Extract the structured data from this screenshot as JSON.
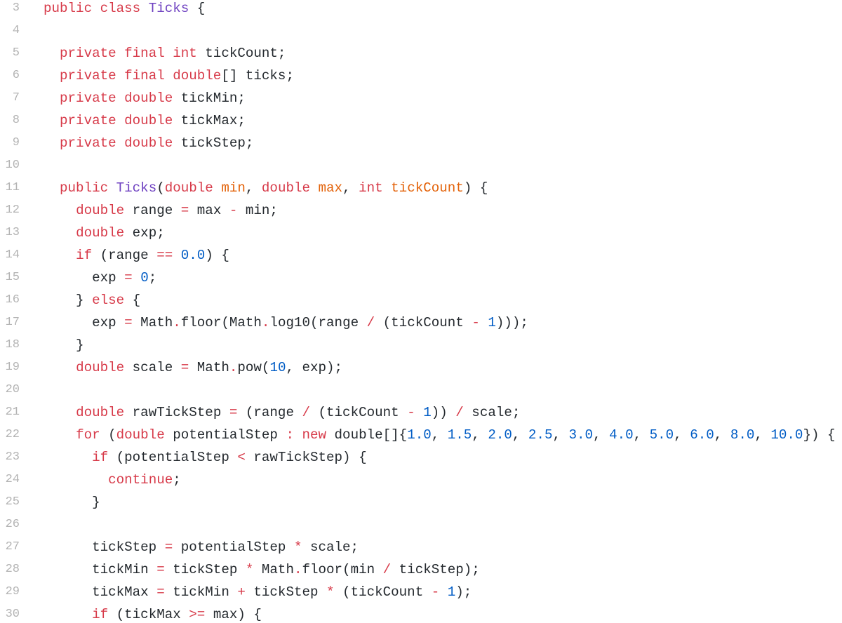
{
  "editor": {
    "theme_colors": {
      "keyword": "#d73a49",
      "class_name": "#6f42c1",
      "number": "#005cc5",
      "parameter": "#e36209",
      "text": "#24292e",
      "line_number": "#b3b3b3",
      "background": "#ffffff"
    },
    "lines": [
      {
        "n": "3",
        "tokens": [
          [
            "public class ",
            "kw"
          ],
          [
            "Ticks",
            "cls"
          ],
          [
            " {",
            "plain"
          ]
        ]
      },
      {
        "n": "4",
        "tokens": []
      },
      {
        "n": "5",
        "tokens": [
          [
            "  ",
            "plain"
          ],
          [
            "private final int",
            "kw"
          ],
          [
            " tickCount;",
            "plain"
          ]
        ]
      },
      {
        "n": "6",
        "tokens": [
          [
            "  ",
            "plain"
          ],
          [
            "private final double",
            "kw"
          ],
          [
            "[] ticks;",
            "plain"
          ]
        ]
      },
      {
        "n": "7",
        "tokens": [
          [
            "  ",
            "plain"
          ],
          [
            "private double",
            "kw"
          ],
          [
            " tickMin;",
            "plain"
          ]
        ]
      },
      {
        "n": "8",
        "tokens": [
          [
            "  ",
            "plain"
          ],
          [
            "private double",
            "kw"
          ],
          [
            " tickMax;",
            "plain"
          ]
        ]
      },
      {
        "n": "9",
        "tokens": [
          [
            "  ",
            "plain"
          ],
          [
            "private double",
            "kw"
          ],
          [
            " tickStep;",
            "plain"
          ]
        ]
      },
      {
        "n": "10",
        "tokens": []
      },
      {
        "n": "11",
        "tokens": [
          [
            "  ",
            "plain"
          ],
          [
            "public ",
            "kw"
          ],
          [
            "Ticks",
            "cls"
          ],
          [
            "(",
            "plain"
          ],
          [
            "double ",
            "kw"
          ],
          [
            "min",
            "param"
          ],
          [
            ", ",
            "plain"
          ],
          [
            "double ",
            "kw"
          ],
          [
            "max",
            "param"
          ],
          [
            ", ",
            "plain"
          ],
          [
            "int ",
            "kw"
          ],
          [
            "tickCount",
            "param"
          ],
          [
            ") {",
            "plain"
          ]
        ]
      },
      {
        "n": "12",
        "tokens": [
          [
            "    ",
            "plain"
          ],
          [
            "double",
            "kw"
          ],
          [
            " range ",
            "plain"
          ],
          [
            "=",
            "op"
          ],
          [
            " max ",
            "plain"
          ],
          [
            "-",
            "op"
          ],
          [
            " min;",
            "plain"
          ]
        ]
      },
      {
        "n": "13",
        "tokens": [
          [
            "    ",
            "plain"
          ],
          [
            "double",
            "kw"
          ],
          [
            " exp;",
            "plain"
          ]
        ]
      },
      {
        "n": "14",
        "tokens": [
          [
            "    ",
            "plain"
          ],
          [
            "if",
            "kw"
          ],
          [
            " (range ",
            "plain"
          ],
          [
            "==",
            "op"
          ],
          [
            " ",
            "plain"
          ],
          [
            "0.0",
            "num"
          ],
          [
            ") {",
            "plain"
          ]
        ]
      },
      {
        "n": "15",
        "tokens": [
          [
            "      exp ",
            "plain"
          ],
          [
            "=",
            "op"
          ],
          [
            " ",
            "plain"
          ],
          [
            "0",
            "num"
          ],
          [
            ";",
            "plain"
          ]
        ]
      },
      {
        "n": "16",
        "tokens": [
          [
            "    } ",
            "plain"
          ],
          [
            "else",
            "kw"
          ],
          [
            " {",
            "plain"
          ]
        ]
      },
      {
        "n": "17",
        "tokens": [
          [
            "      exp ",
            "plain"
          ],
          [
            "=",
            "op"
          ],
          [
            " Math",
            "plain"
          ],
          [
            ".",
            "op"
          ],
          [
            "floor(Math",
            "plain"
          ],
          [
            ".",
            "op"
          ],
          [
            "log10(range ",
            "plain"
          ],
          [
            "/",
            "op"
          ],
          [
            " (tickCount ",
            "plain"
          ],
          [
            "-",
            "op"
          ],
          [
            " ",
            "plain"
          ],
          [
            "1",
            "num"
          ],
          [
            ")));",
            "plain"
          ]
        ]
      },
      {
        "n": "18",
        "tokens": [
          [
            "    }",
            "plain"
          ]
        ]
      },
      {
        "n": "19",
        "tokens": [
          [
            "    ",
            "plain"
          ],
          [
            "double",
            "kw"
          ],
          [
            " scale ",
            "plain"
          ],
          [
            "=",
            "op"
          ],
          [
            " Math",
            "plain"
          ],
          [
            ".",
            "op"
          ],
          [
            "pow(",
            "plain"
          ],
          [
            "10",
            "num"
          ],
          [
            ", exp);",
            "plain"
          ]
        ]
      },
      {
        "n": "20",
        "tokens": []
      },
      {
        "n": "21",
        "tokens": [
          [
            "    ",
            "plain"
          ],
          [
            "double",
            "kw"
          ],
          [
            " rawTickStep ",
            "plain"
          ],
          [
            "=",
            "op"
          ],
          [
            " (range ",
            "plain"
          ],
          [
            "/",
            "op"
          ],
          [
            " (tickCount ",
            "plain"
          ],
          [
            "-",
            "op"
          ],
          [
            " ",
            "plain"
          ],
          [
            "1",
            "num"
          ],
          [
            ")) ",
            "plain"
          ],
          [
            "/",
            "op"
          ],
          [
            " scale;",
            "plain"
          ]
        ]
      },
      {
        "n": "22",
        "tokens": [
          [
            "    ",
            "plain"
          ],
          [
            "for",
            "kw"
          ],
          [
            " (",
            "plain"
          ],
          [
            "double",
            "kw"
          ],
          [
            " potentialStep ",
            "plain"
          ],
          [
            ":",
            "op"
          ],
          [
            " ",
            "plain"
          ],
          [
            "new",
            "kw"
          ],
          [
            " double[]{",
            "plain"
          ],
          [
            "1.0",
            "num"
          ],
          [
            ", ",
            "plain"
          ],
          [
            "1.5",
            "num"
          ],
          [
            ", ",
            "plain"
          ],
          [
            "2.0",
            "num"
          ],
          [
            ", ",
            "plain"
          ],
          [
            "2.5",
            "num"
          ],
          [
            ", ",
            "plain"
          ],
          [
            "3.0",
            "num"
          ],
          [
            ", ",
            "plain"
          ],
          [
            "4.0",
            "num"
          ],
          [
            ", ",
            "plain"
          ],
          [
            "5.0",
            "num"
          ],
          [
            ", ",
            "plain"
          ],
          [
            "6.0",
            "num"
          ],
          [
            ", ",
            "plain"
          ],
          [
            "8.0",
            "num"
          ],
          [
            ", ",
            "plain"
          ],
          [
            "10.0",
            "num"
          ],
          [
            "}) {",
            "plain"
          ]
        ]
      },
      {
        "n": "23",
        "tokens": [
          [
            "      ",
            "plain"
          ],
          [
            "if",
            "kw"
          ],
          [
            " (potentialStep ",
            "plain"
          ],
          [
            "<",
            "op"
          ],
          [
            " rawTickStep) {",
            "plain"
          ]
        ]
      },
      {
        "n": "24",
        "tokens": [
          [
            "        ",
            "plain"
          ],
          [
            "continue",
            "kw"
          ],
          [
            ";",
            "plain"
          ]
        ]
      },
      {
        "n": "25",
        "tokens": [
          [
            "      }",
            "plain"
          ]
        ]
      },
      {
        "n": "26",
        "tokens": []
      },
      {
        "n": "27",
        "tokens": [
          [
            "      tickStep ",
            "plain"
          ],
          [
            "=",
            "op"
          ],
          [
            " potentialStep ",
            "plain"
          ],
          [
            "*",
            "op"
          ],
          [
            " scale;",
            "plain"
          ]
        ]
      },
      {
        "n": "28",
        "tokens": [
          [
            "      tickMin ",
            "plain"
          ],
          [
            "=",
            "op"
          ],
          [
            " tickStep ",
            "plain"
          ],
          [
            "*",
            "op"
          ],
          [
            " Math",
            "plain"
          ],
          [
            ".",
            "op"
          ],
          [
            "floor(min ",
            "plain"
          ],
          [
            "/",
            "op"
          ],
          [
            " tickStep);",
            "plain"
          ]
        ]
      },
      {
        "n": "29",
        "tokens": [
          [
            "      tickMax ",
            "plain"
          ],
          [
            "=",
            "op"
          ],
          [
            " tickMin ",
            "plain"
          ],
          [
            "+",
            "op"
          ],
          [
            " tickStep ",
            "plain"
          ],
          [
            "*",
            "op"
          ],
          [
            " (tickCount ",
            "plain"
          ],
          [
            "-",
            "op"
          ],
          [
            " ",
            "plain"
          ],
          [
            "1",
            "num"
          ],
          [
            ");",
            "plain"
          ]
        ]
      },
      {
        "n": "30",
        "tokens": [
          [
            "      ",
            "plain"
          ],
          [
            "if",
            "kw"
          ],
          [
            " (tickMax ",
            "plain"
          ],
          [
            ">=",
            "op"
          ],
          [
            " max) {",
            "plain"
          ]
        ]
      }
    ]
  }
}
